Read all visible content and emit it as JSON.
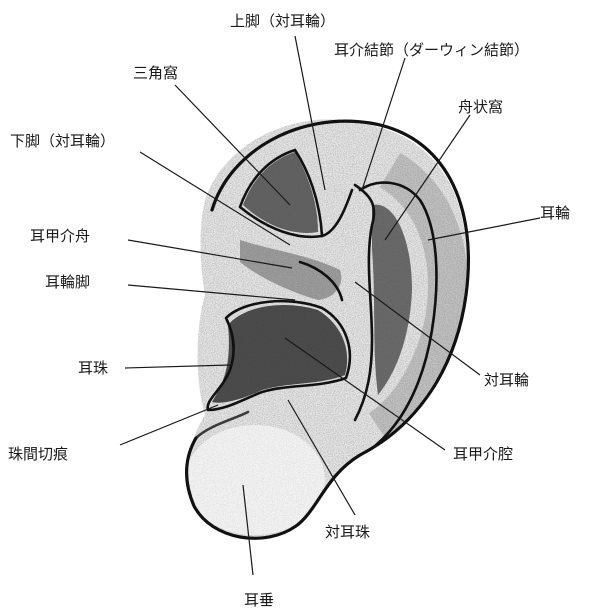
{
  "diagram": {
    "labels": {
      "upper_crus": "上脚（対耳輪）",
      "darwin_tubercle": "耳介結節（ダーウィン結節）",
      "triangular_fossa": "三角窩",
      "scaphoid_fossa": "舟状窩",
      "lower_crus": "下脚（対耳輪）",
      "helix": "耳輪",
      "cymba_conchae": "耳甲介舟",
      "crus_of_helix": "耳輪脚",
      "tragus": "耳珠",
      "antihelix": "対耳輪",
      "intertragic_notch": "珠間切痕",
      "cavum_conchae": "耳甲介腔",
      "antitragus": "対耳珠",
      "earlobe": "耳垂"
    }
  }
}
